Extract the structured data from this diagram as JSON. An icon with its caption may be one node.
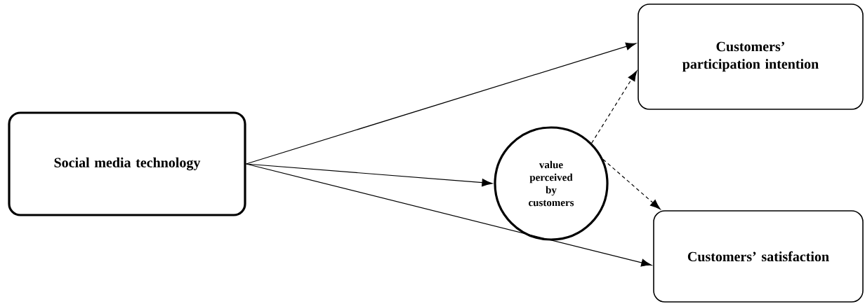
{
  "diagram": {
    "nodes": [
      {
        "text": [
          "Social media technology"
        ]
      },
      {
        "text": [
          "value perceived by customers"
        ]
      },
      {
        "text": [
          "Customers’ participation intention"
        ]
      },
      {
        "text": [
          "Customers’ satisfaction"
        ]
      }
    ],
    "edges": [
      {
        "from": 0,
        "to": 2,
        "arrow": "to"
      },
      {
        "from": 0,
        "to": 1,
        "arrow": "to"
      },
      {
        "from": 0,
        "to": 3,
        "arrow": "to"
      },
      {
        "from": 1,
        "to": 2,
        "arrow": "to",
        "style": "dashed"
      },
      {
        "from": 1,
        "to": 3,
        "arrow": "to",
        "style": "dashed"
      }
    ]
  }
}
